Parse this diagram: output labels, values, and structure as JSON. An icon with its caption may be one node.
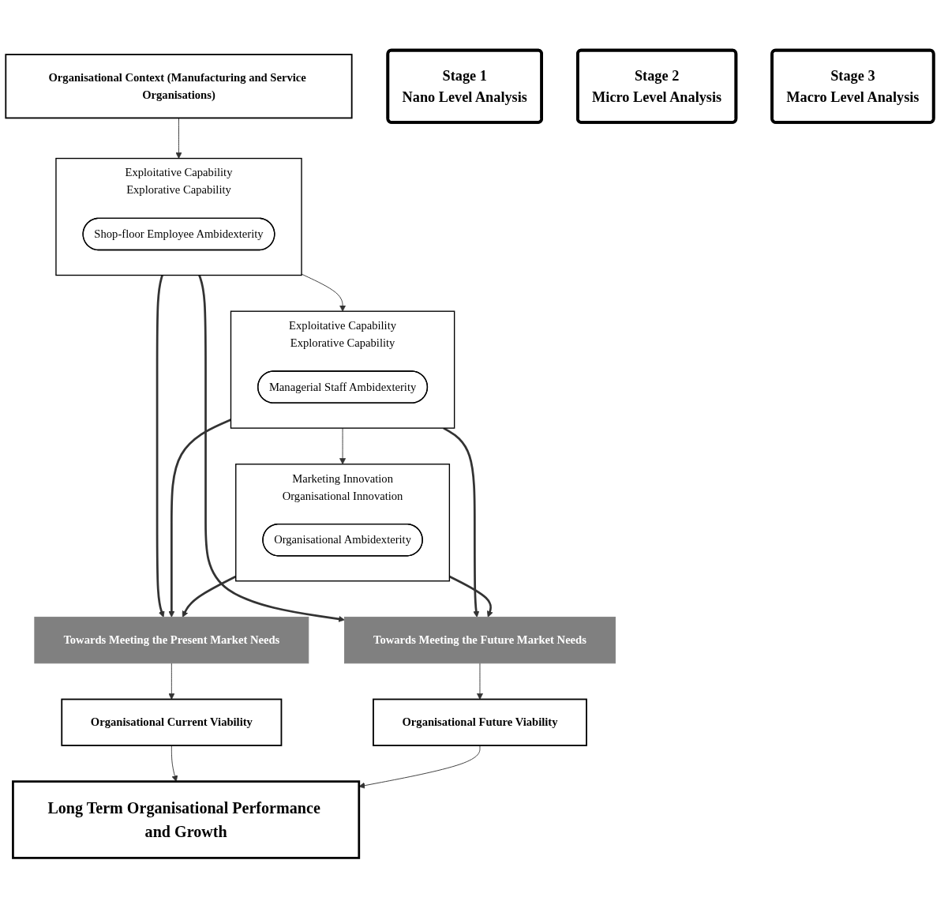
{
  "diagram": {
    "nodes": [
      {
        "text": [
          "Organisational Context (Manufacturing and Service Organisations)"
        ]
      },
      {
        "text": [
          "Towards Meeting the Present Market Needs"
        ]
      },
      {
        "text": [
          "Exploitative Capability",
          "Explorative Capability"
        ]
      },
      {
        "text": [
          "Shop-floor Employee Ambidexterity"
        ],
        "in": 2
      },
      {
        "text": [
          "Towards Meeting the Future Market Needs"
        ]
      },
      {
        "text": [
          "Stage 1",
          "Nano Level Analysis"
        ]
      },
      {
        "text": [
          "Exploitative Capability",
          "Explorative Capability"
        ]
      },
      {
        "text": [
          "Managerial Staff Ambidexterity"
        ],
        "in": 6
      },
      {
        "text": [
          "Stage 2",
          "Micro Level Analysis"
        ]
      },
      {
        "text": [
          "Marketing Innovation",
          "Organisational Innovation"
        ]
      },
      {
        "text": [
          "Organisational Ambidexterity"
        ],
        "in": 9
      },
      {
        "text": [
          "Stage 3",
          "Macro Level Analysis"
        ]
      },
      {
        "text": [
          "Organisational Current Viability"
        ]
      },
      {
        "text": [
          "Organisational Future Viability"
        ]
      },
      {
        "text": [
          "Long Term Organisational Performance and Growth"
        ]
      }
    ],
    "edges": [
      {
        "from": 0,
        "to": 2,
        "arrow": "to"
      },
      {
        "from": 2,
        "to": 1,
        "arrow": "to",
        "style": "thick"
      },
      {
        "from": 2,
        "to": 4,
        "arrow": "to",
        "style": "thick"
      },
      {
        "from": 2,
        "to": 6,
        "arrow": "to"
      },
      {
        "from": 6,
        "to": 1,
        "arrow": "to",
        "style": "thick"
      },
      {
        "from": 6,
        "to": 4,
        "arrow": "to",
        "style": "thick"
      },
      {
        "from": 6,
        "to": 9,
        "arrow": "to"
      },
      {
        "from": 9,
        "to": 1,
        "arrow": "to",
        "style": "thick"
      },
      {
        "from": 9,
        "to": 4,
        "arrow": "to",
        "style": "thick"
      },
      {
        "from": 1,
        "to": 12,
        "arrow": "to"
      },
      {
        "from": 4,
        "to": 13,
        "arrow": "to"
      },
      {
        "from": 12,
        "to": 14,
        "arrow": "to"
      },
      {
        "from": 13,
        "to": 14,
        "arrow": "to"
      }
    ]
  }
}
